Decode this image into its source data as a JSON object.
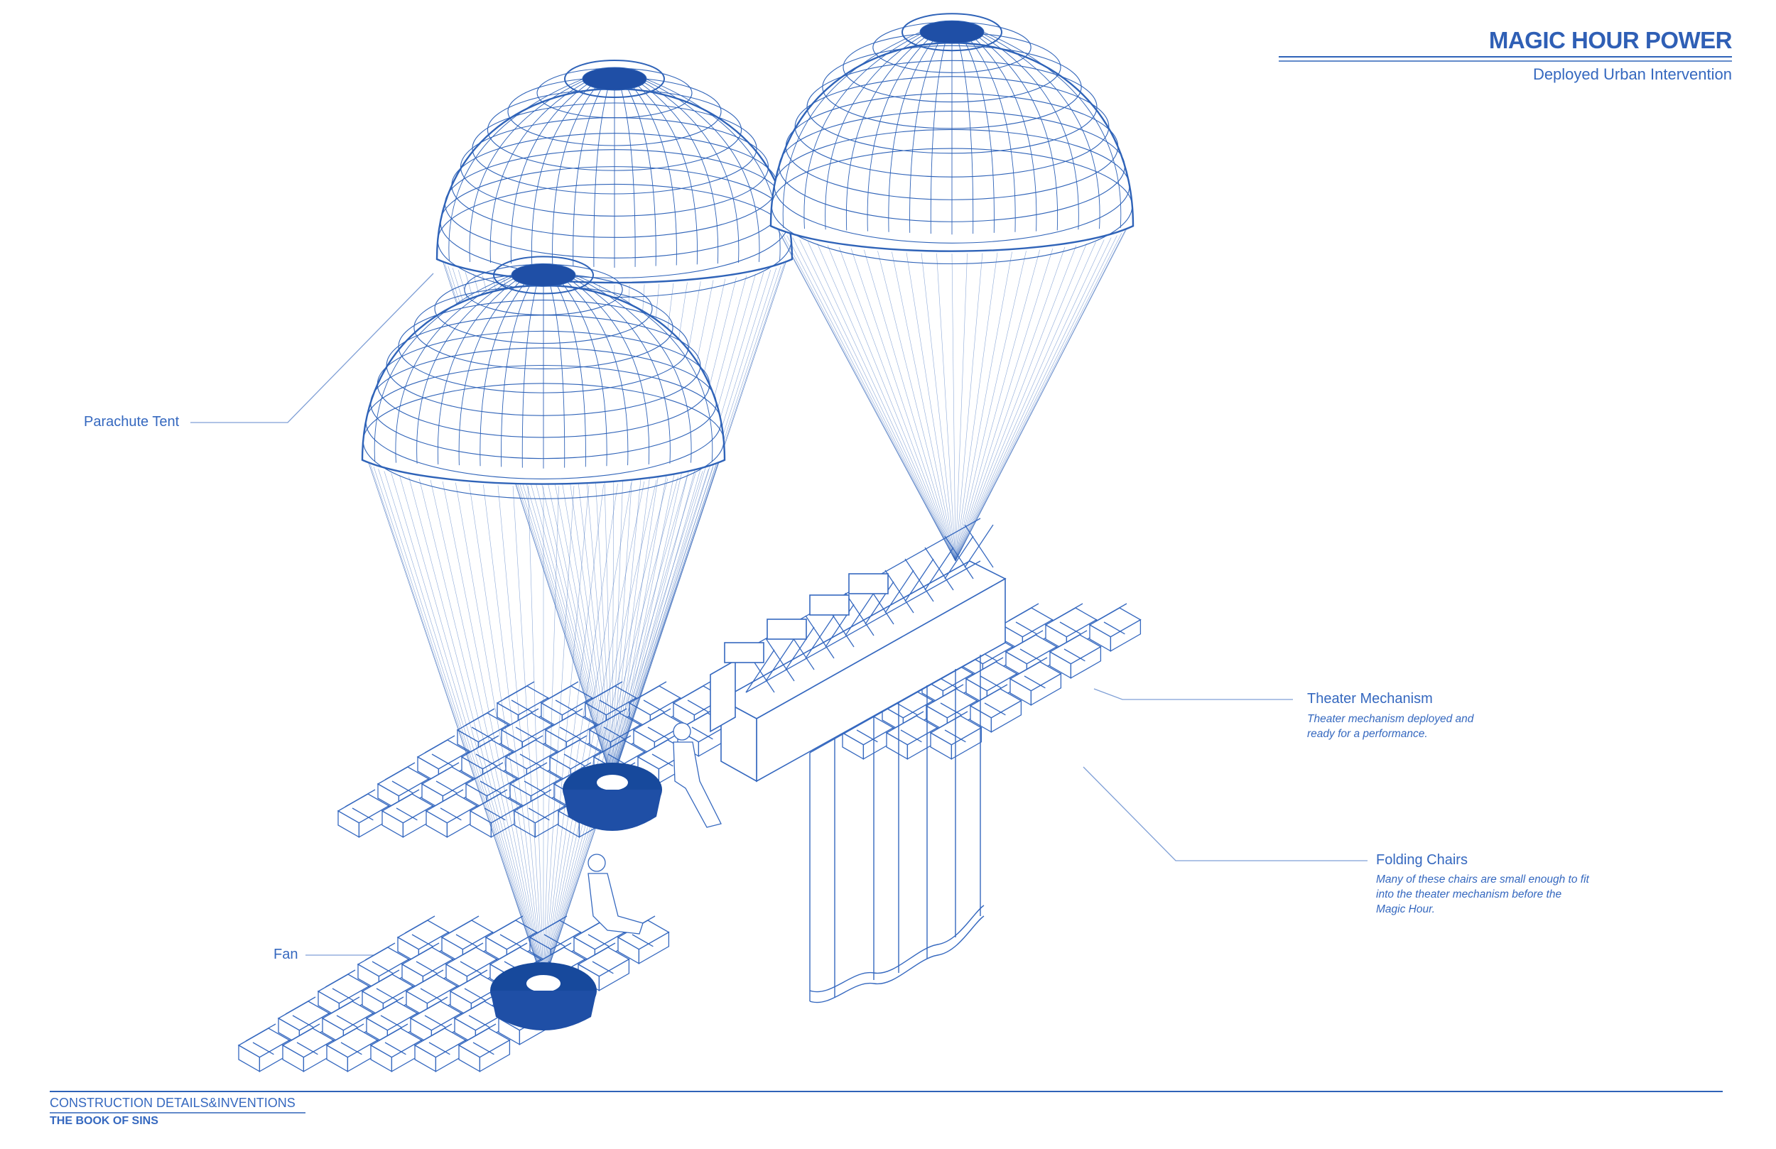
{
  "header": {
    "title": "MAGIC HOUR POWER",
    "subtitle": "Deployed Urban Intervention"
  },
  "labels": {
    "parachute_tent": "Parachute  Tent",
    "fan": "Fan",
    "theater_mechanism": {
      "title": "Theater Mechanism",
      "description": "Theater mechanism deployed and ready for a performance."
    },
    "folding_chairs": {
      "title": "Folding Chairs",
      "description": "Many of these chairs are small enough to fit into the theater mechanism before the Magic Hour."
    }
  },
  "footer": {
    "line1": "CONSTRUCTION DETAILS&INVENTIONS",
    "line2": "THE BOOK OF SINS"
  },
  "colors": {
    "ink": "#2f63b8",
    "ink_dark": "#1f4fa6",
    "fan_fill": "#17499c",
    "background": "#ffffff"
  }
}
